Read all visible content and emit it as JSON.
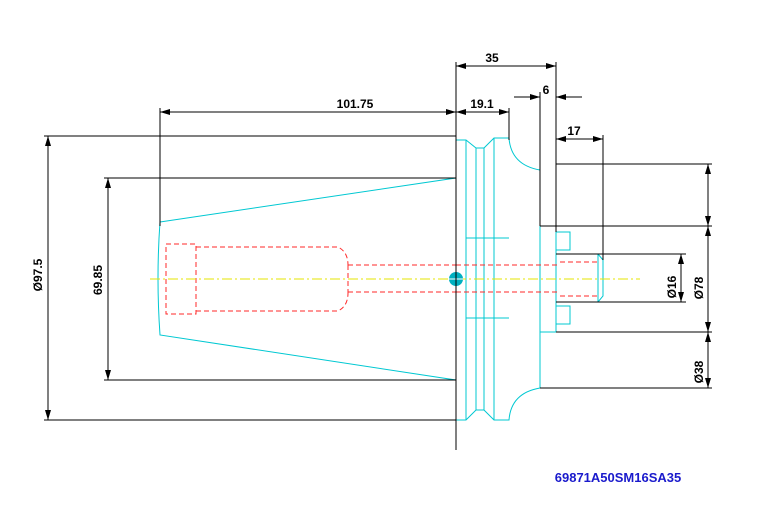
{
  "colors": {
    "outline": "#00c8d2",
    "hidden_lines": "#ff2a2a",
    "centerline": "#e6e600",
    "dimensions": "#000000",
    "part_code": "#1a1acc",
    "center_mark": "#00b0c0"
  },
  "dimensions": {
    "overall_width": "35",
    "shank_length": "101.75",
    "flange_width": "19.1",
    "collar_gap": "6",
    "nose_length": "17",
    "flange_diameter": "Ø97.5",
    "taper_diameter": "69.85",
    "bore_diameter": "Ø16",
    "nose_diameter": "Ø78",
    "body_diameter": "Ø38"
  },
  "part_code": "69871A50SM16SA35"
}
